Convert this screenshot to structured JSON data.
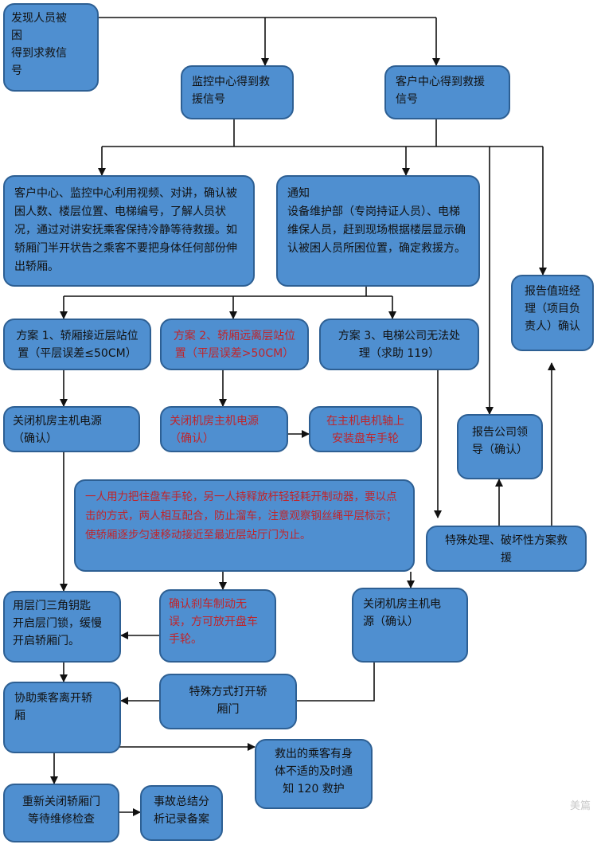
{
  "nodes": {
    "n1": {
      "text": "发现人员被\n困\n得到求救信\n号"
    },
    "n2": {
      "text": "监控中心得到救\n援信号"
    },
    "n3": {
      "text": "客户中心得到救援\n信号"
    },
    "n4": {
      "text": "客户中心、监控中心利用视频、对讲，确认被困人数、楼层位置、电梯编号，了解人员状况，通过对讲安抚乘客保持冷静等待救援。如轿厢门半开状告之乘客不要把身体任何部份伸出轿厢。"
    },
    "n5": {
      "text": "通知\n设备维护部（专岗持证人员）、电梯维保人员，赶到现场根据楼层显示确认被困人员所困位置，确定救援方。"
    },
    "n6": {
      "text": "报告值班经\n理（项目负\n责人）确认"
    },
    "n7": {
      "text": "方案 1、轿厢接近层站位\n置（平层误差≤50CM）"
    },
    "n8": {
      "text": "方案 2、轿厢远离层站位\n置（平层误差>50CM）"
    },
    "n9": {
      "text": "方案 3、电梯公司无法处\n理（求助 119）"
    },
    "n10": {
      "text": "关闭机房主机电源\n（确认）"
    },
    "n11": {
      "text": "关闭机房主机电源\n（确认）"
    },
    "n12": {
      "text": "在主机电机轴上\n安装盘车手轮"
    },
    "n13": {
      "text": "报告公司领\n导（确认）"
    },
    "n14": {
      "text": "一人用力把住盘车手轮，另一人持释放杆轻轻耗开制动器，要以点击的方式，两人相互配合，防止溜车，注意观察钢丝绳平层标示；使轿厢逐步匀速移动接近至最近层站厅门为止。"
    },
    "n15": {
      "text": "特殊处理、破坏性方案救\n援"
    },
    "n16": {
      "text": "用层门三角钥匙\n开启层门锁，缓慢\n开启轿厢门。"
    },
    "n17": {
      "text": "确认刹车制动无\n误，方可放开盘车\n手轮。"
    },
    "n18": {
      "text": "关闭机房主机电\n源（确认）"
    },
    "n19": {
      "text": "协助乘客离开轿\n厢"
    },
    "n20": {
      "text": "特殊方式打开轿\n厢门"
    },
    "n21": {
      "text": "救出的乘客有身\n体不适的及时通\n知 120 救护"
    },
    "n22": {
      "text": "重新关闭轿厢门\n等待维修检查"
    },
    "n23": {
      "text": "事故总结分\n析记录备案"
    }
  },
  "watermark": "美篇",
  "colors": {
    "box_fill": "#4f8fd0",
    "box_border": "#2d5f93",
    "red_text": "#c0242a",
    "line": "#111111"
  }
}
